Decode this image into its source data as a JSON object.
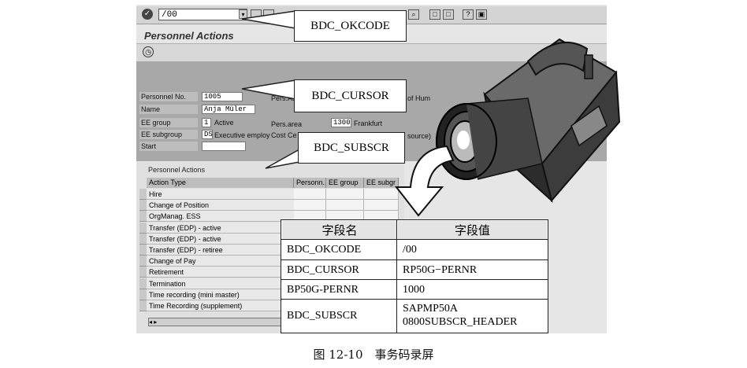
{
  "sap": {
    "ok_field_value": "/00",
    "window_title": "Personnel Actions",
    "fields": {
      "personnel_no_label": "Personnel No.",
      "personnel_no_value": "1005",
      "pers_as_label": "Pers.As",
      "of_hum_text": "of Hum",
      "name_label": "Name",
      "name_value": "Anja Müler",
      "ee_group_label": "EE group",
      "ee_group_code": "1",
      "ee_group_text": "Active",
      "pers_area_label": "Pers.area",
      "pers_area_code": "1300",
      "pers_area_text": "Frankfurt",
      "ee_subgroup_label": "EE subgroup",
      "ee_subgroup_code": "DS",
      "ee_subgroup_text": "Executive employ",
      "cost_center_text": "Cost Ce",
      "resource_text": "source)",
      "start_label": "Start"
    },
    "table": {
      "title": "Personnel Actions",
      "columns": [
        "Action Type",
        "Personn...",
        "EE group",
        "EE subgr"
      ],
      "rows": [
        "Hire",
        "Change of Position",
        "OrgManag. ESS",
        "Transfer (EDP) - active",
        "Transfer (EDP) - active",
        "Transfer (EDP) - retiree",
        "Change of Pay",
        "Retirement",
        "Termination",
        "Time recording (mini master)",
        "Time Recording (supplement)"
      ]
    }
  },
  "callouts": {
    "okcode": "BDC_OKCODE",
    "cursor": "BDC_CURSOR",
    "subscr": "BDC_SUBSCR"
  },
  "result_table": {
    "header_name": "字段名",
    "header_value": "字段值",
    "rows": [
      {
        "name": "BDC_OKCODE",
        "value": "/00"
      },
      {
        "name": "BDC_CURSOR",
        "value": "RP50G−PERNR"
      },
      {
        "name": "BP50G-PERNR",
        "value": "1000"
      },
      {
        "name": "BDC_SUBSCR",
        "value": "SAPMP50A",
        "value2": "0800SUBSCR_HEADER"
      }
    ]
  },
  "caption": "图 12-10　事务码录屏",
  "icons": [
    "check-icon",
    "clock-icon",
    "video-camera-icon",
    "down-arrow-icon"
  ]
}
